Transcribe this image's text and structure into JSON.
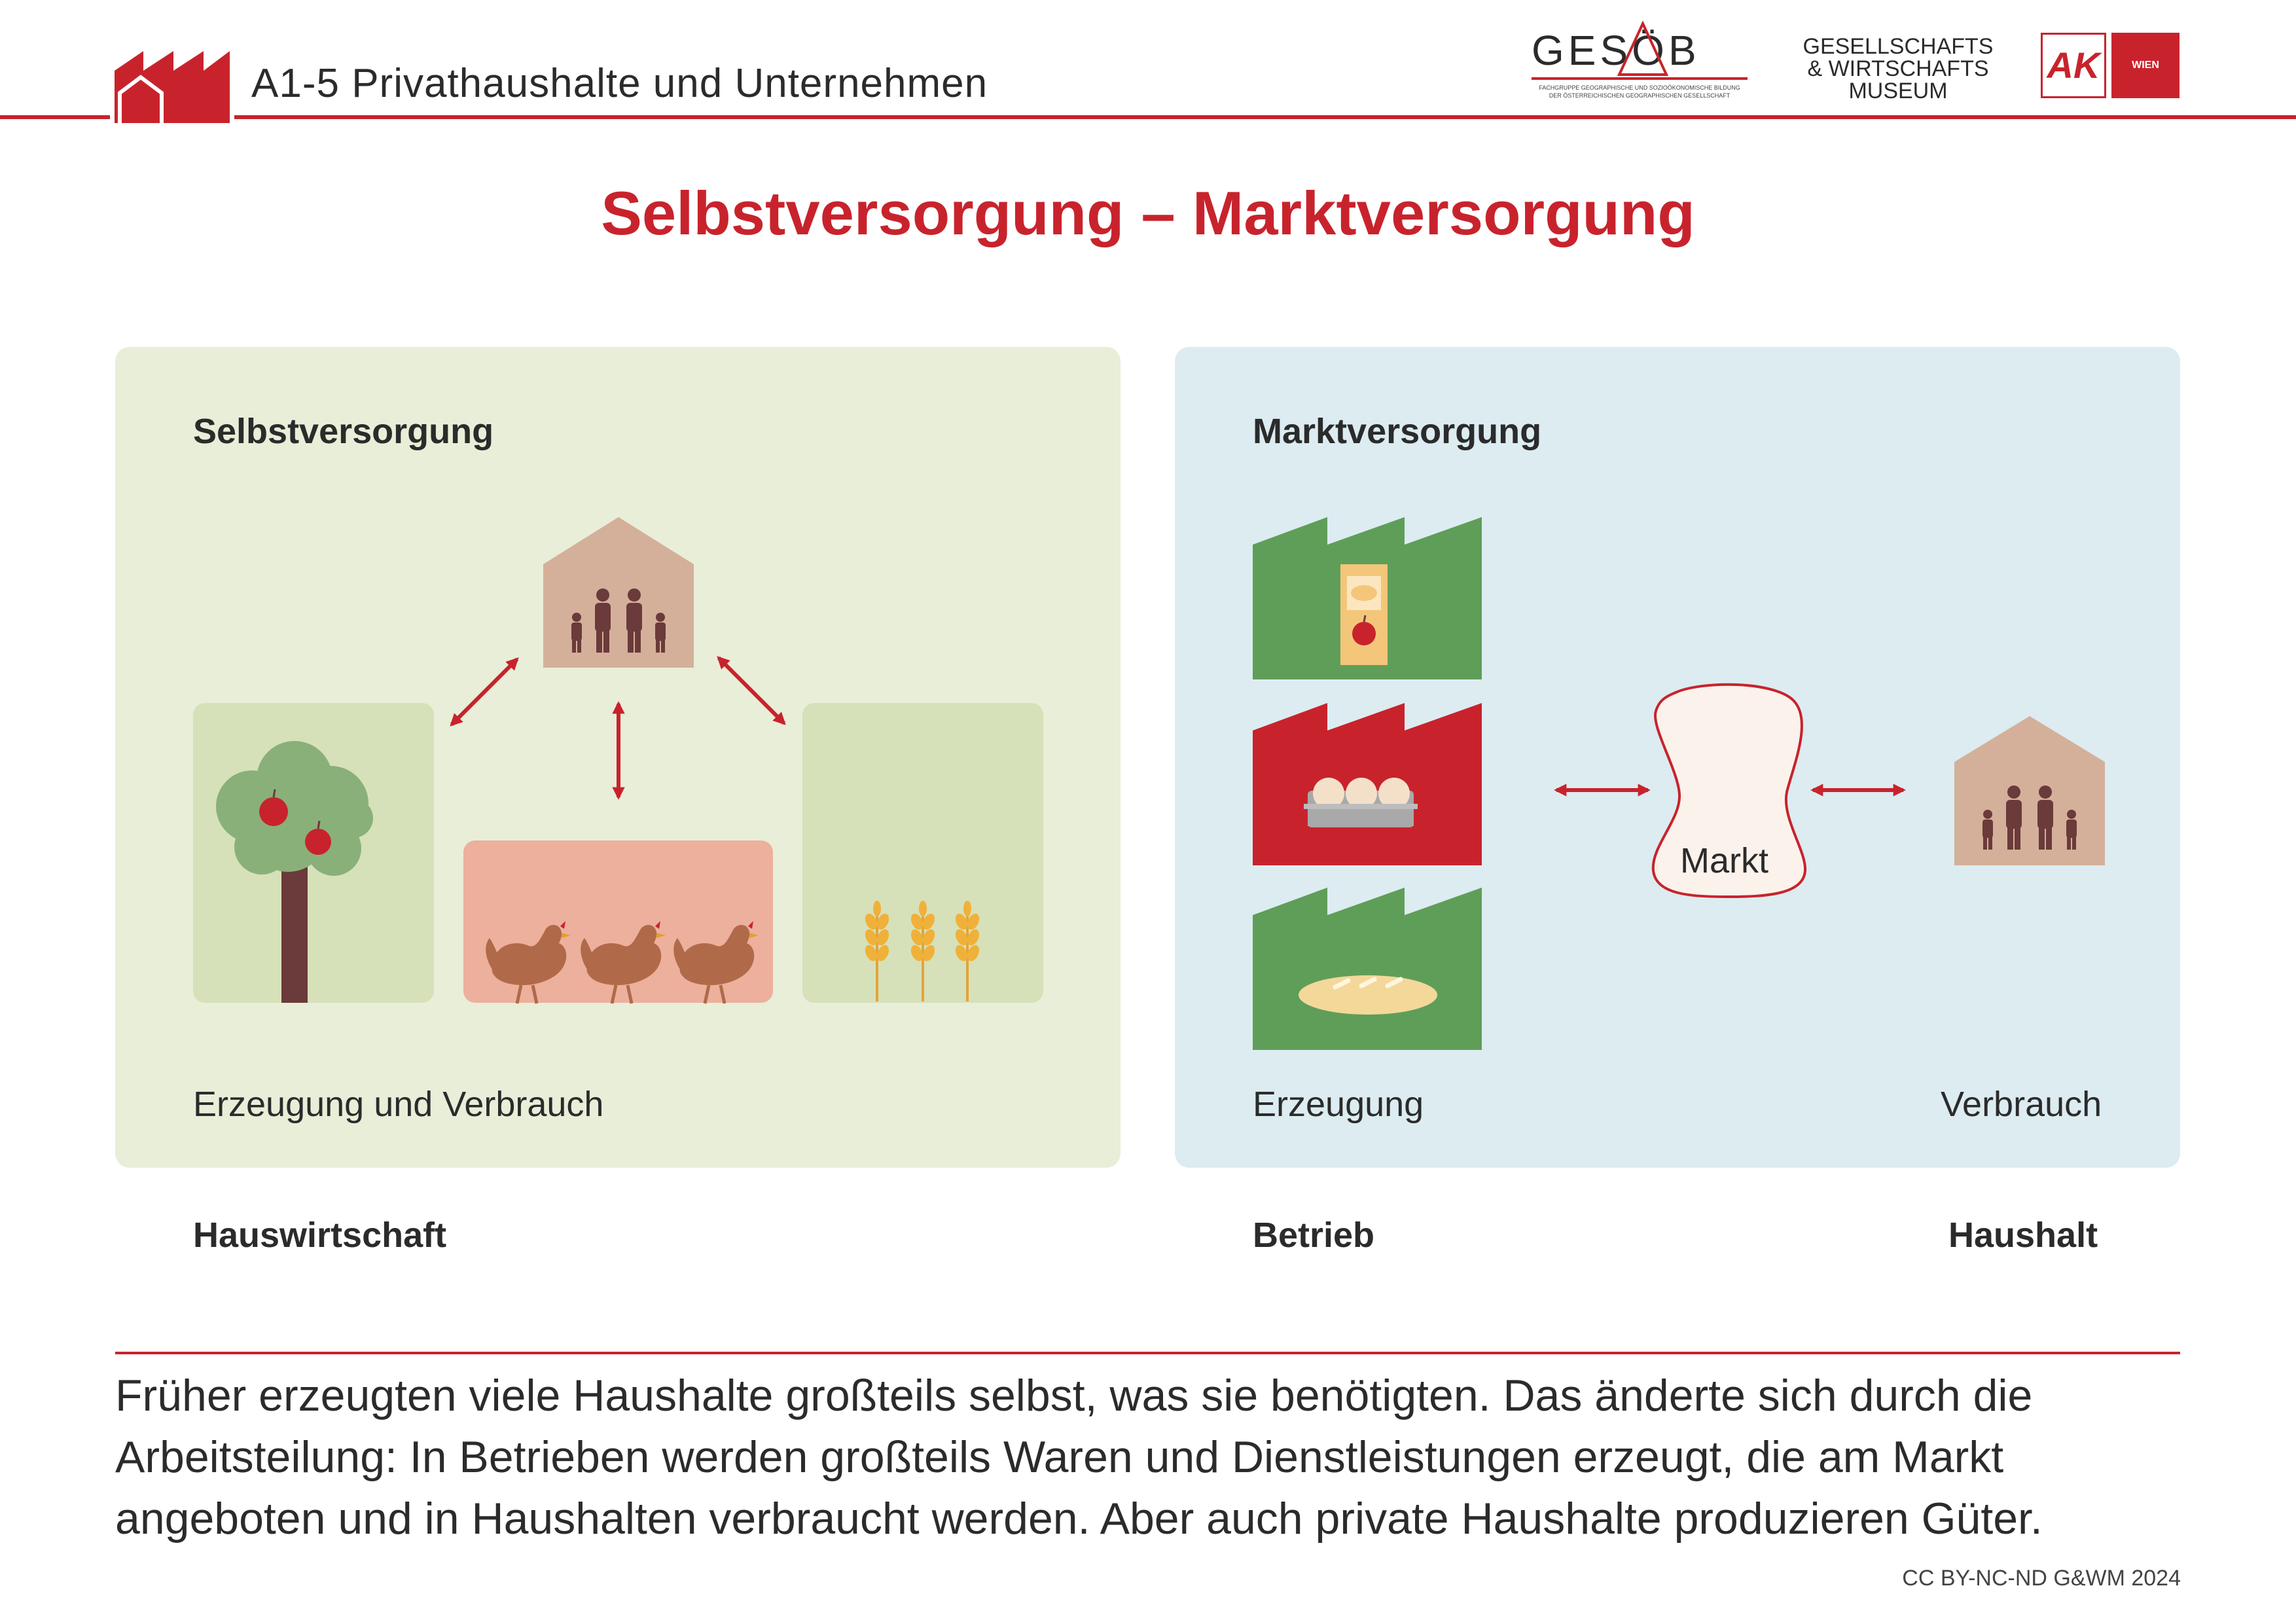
{
  "header": {
    "title": "A1-5 Privathaushalte und Unternehmen",
    "logo_gesoeb": {
      "letters": "GESÖB",
      "subtitle_line1": "FACHGRUPPE GEOGRAPHISCHE UND SOZIOÖKONOMISCHE BILDUNG",
      "subtitle_line2": "DER ÖSTERREICHISCHEN GEOGRAPHISCHEN GESELLSCHAFT"
    },
    "logo_museum": {
      "line1": "GESELLSCHAFTS",
      "line2": "& WIRTSCHAFTS",
      "line3": "MUSEUM"
    },
    "logo_ak": {
      "ak": "AK",
      "wien": "WIEN"
    }
  },
  "main_title": "Selbstversorgung – Marktversorgung",
  "left_panel": {
    "heading": "Selbstversorgung",
    "caption": "Erzeugung und Verbrauch",
    "bottom_label": "Hauswirtschaft"
  },
  "right_panel": {
    "heading": "Marktversorgung",
    "market_label": "Markt",
    "caption_left": "Erzeugung",
    "caption_right": "Verbrauch",
    "bottom_label_left": "Betrieb",
    "bottom_label_right": "Haushalt"
  },
  "paragraph": {
    "line1": "Früher erzeugten viele Haushalte großteils selbst, was sie benötigten. Das änderte sich durch die",
    "line2": "Arbeitsteilung: In Betrieben werden großteils Waren und Dienstleistungen erzeugt, die am Markt",
    "line3": "angeboten und in Haushalten verbraucht werden. Aber auch private Haushalte produzieren Güter."
  },
  "license": "CC BY-NC-ND G&WM 2024",
  "colors": {
    "accent_red": "#c8232c",
    "factory_green": "#5f9e58",
    "house_beige": "#d4b09a",
    "people_brown": "#6b3a3a",
    "left_bg": "#e8eed8",
    "right_bg": "#dcecf1"
  }
}
